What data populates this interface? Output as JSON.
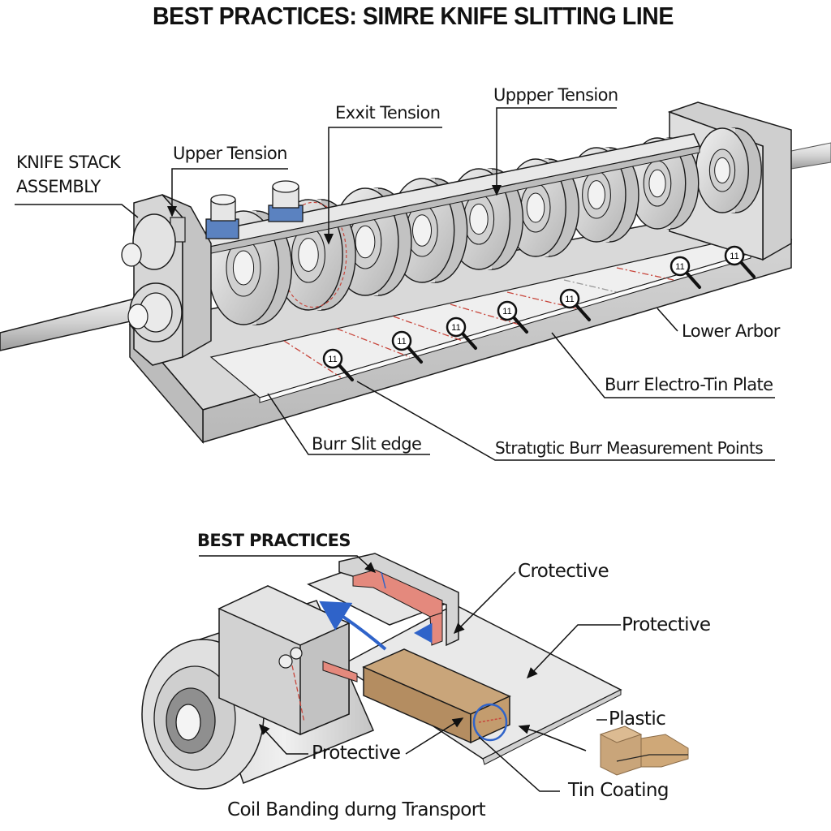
{
  "title": "BEST PRACTICES: SIMRE KNIFE SLITTING LINE",
  "top_diagram": {
    "labels": {
      "knife_stack_1": "KNIFE STACK",
      "knife_stack_2": "ASSEMBLY",
      "upper_tension_left": "Upper Tension",
      "exit_tension": "Exxit Tension",
      "upper_tension_right": "Uppper Tension",
      "lower_arbor": "Lower Arbor",
      "burr_electro_tin_plate": "Burr Electro-Tin Plate",
      "burr_slit_edge": "Burr Slit edge",
      "measurement_points": "Stratıgtic Burr Measurement Points"
    },
    "measurement_marker_label": "11",
    "measurement_marker_count": 7
  },
  "bottom_diagram": {
    "labels": {
      "best_practices": "BEST PRACTICES",
      "crotective": "Crotective",
      "protective_right": "Protective",
      "plastic": "Plastic",
      "protective_bottom": "Protective",
      "tin_coating": "Tin Coating",
      "caption": "Coil Banding durng Transport"
    }
  },
  "colors": {
    "metal_light": "#e6e6e6",
    "metal_mid": "#c8c8c8",
    "metal_dark": "#a9a9a9",
    "outline": "#1a1a1a",
    "blue_block": "#5b82c0",
    "red_dash": "#c8463c",
    "salmon": "#e4897d",
    "cardboard": "#c9a57a",
    "arrow_blue": "#2f63c9"
  }
}
